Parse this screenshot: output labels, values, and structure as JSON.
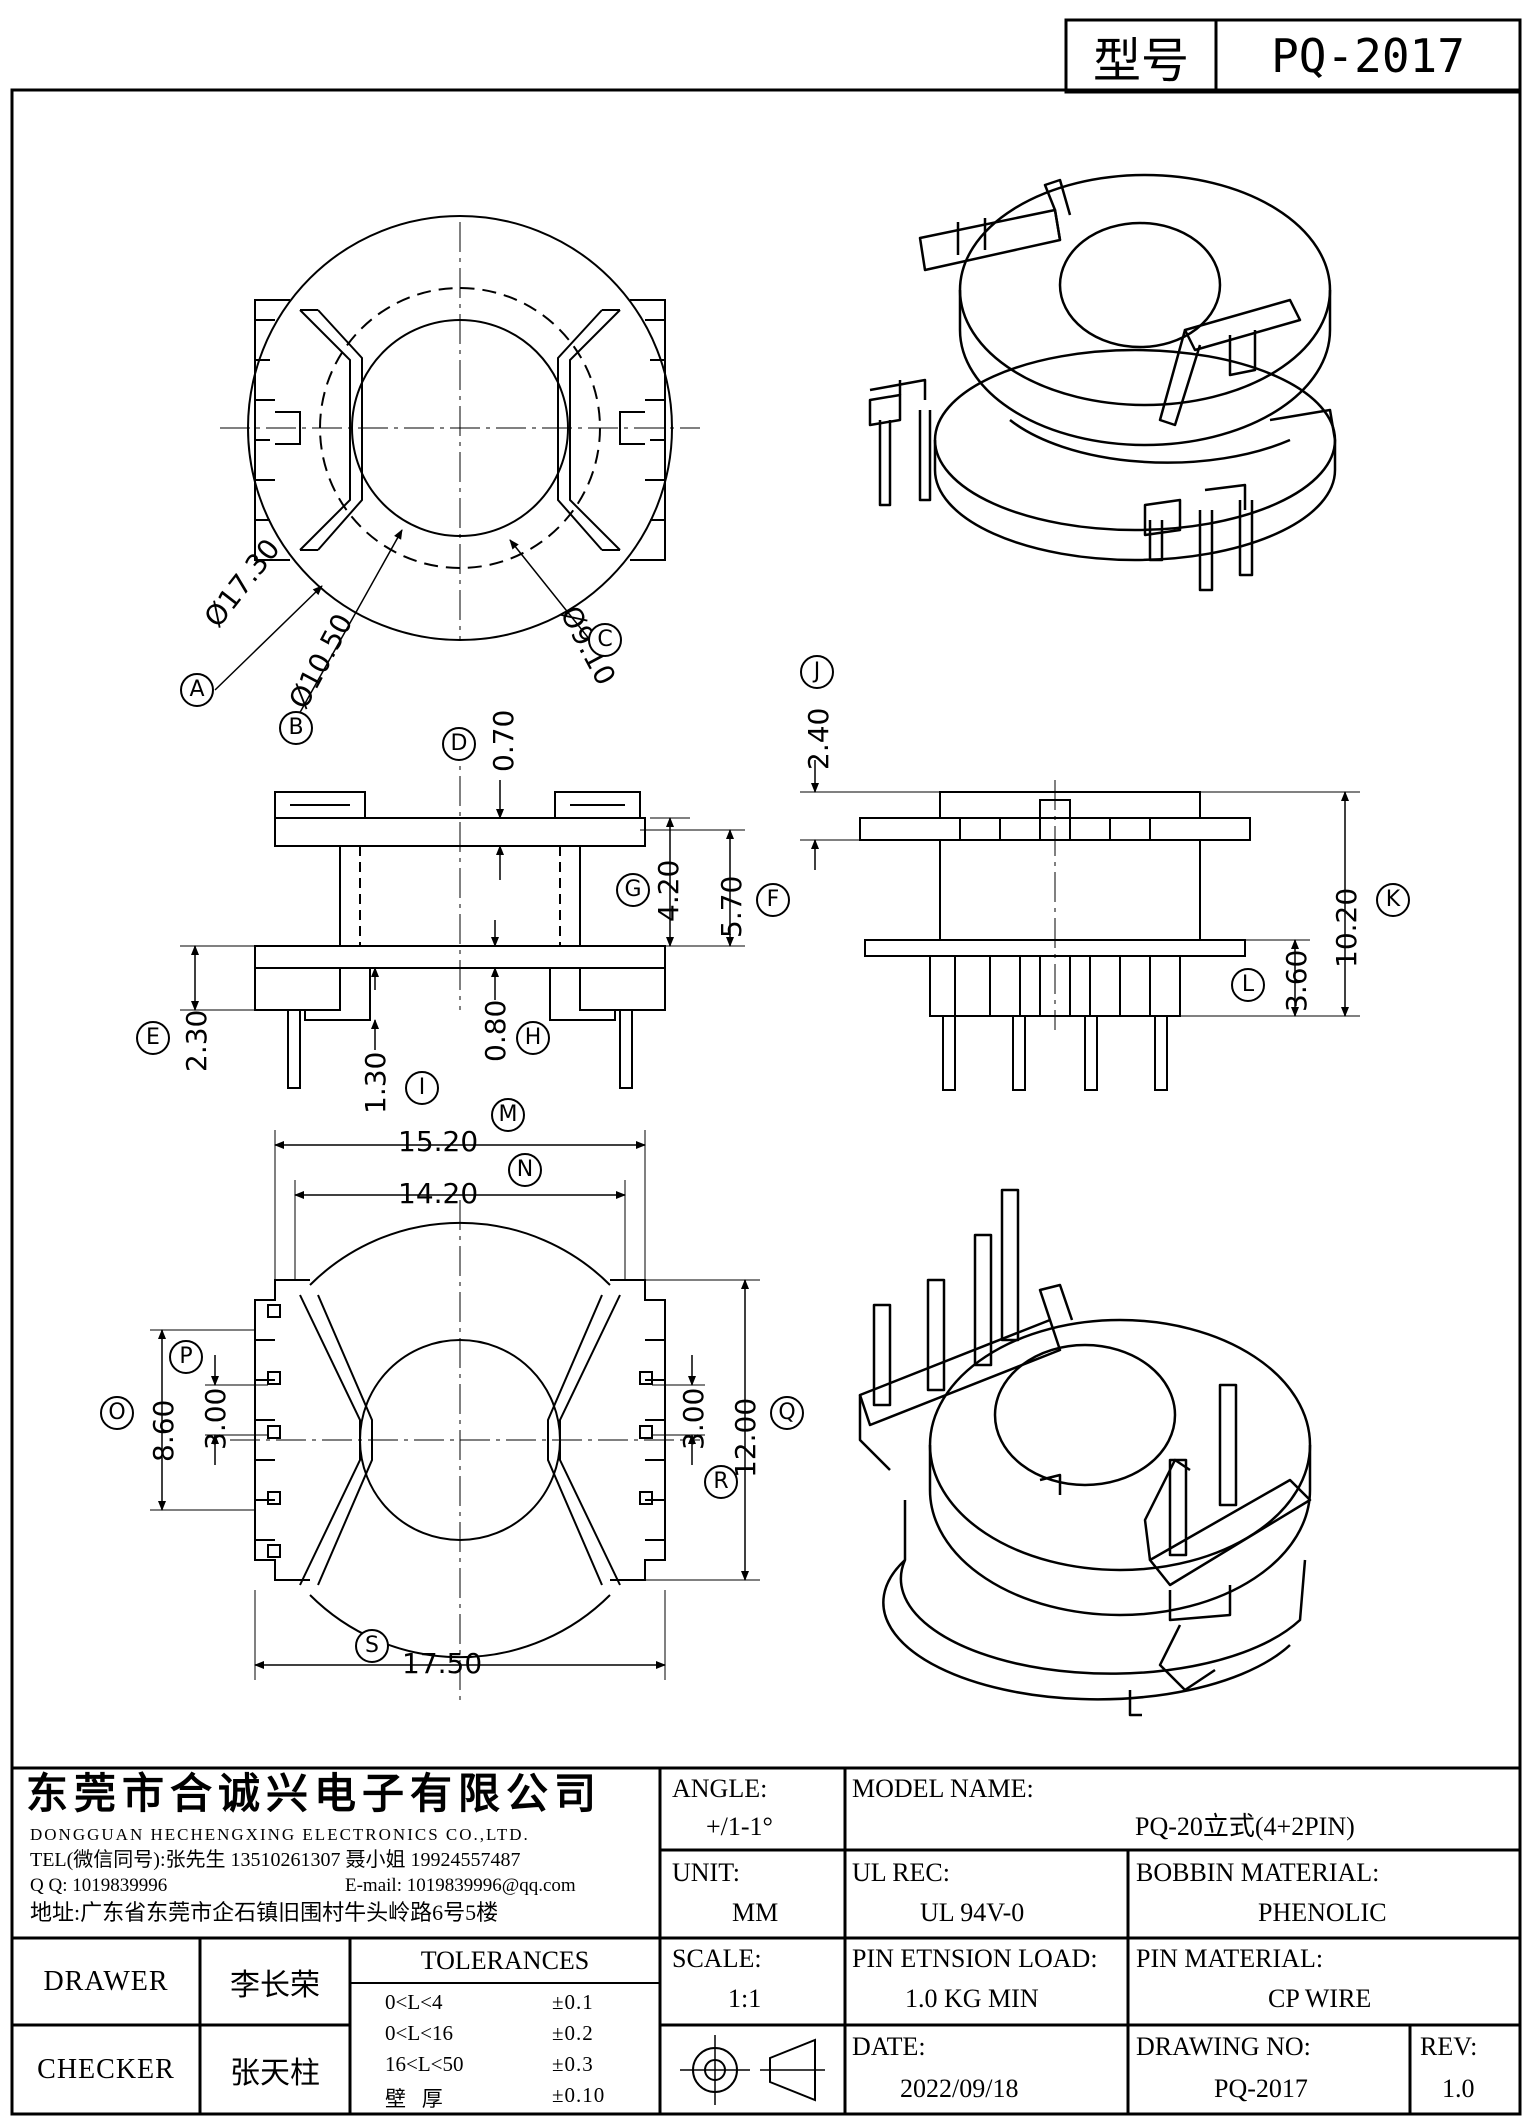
{
  "header": {
    "model_label": "型号",
    "model_value": "PQ-2017"
  },
  "dimensions": {
    "A": "Ø17.30",
    "B": "Ø10.50",
    "C": "Ø9.10",
    "D": "0.70",
    "E": "2.30",
    "F": "5.70",
    "G": "4.20",
    "H": "0.80",
    "I": "1.30",
    "J": "2.40",
    "K": "10.20",
    "L": "3.60",
    "M": "15.20",
    "N": "14.20",
    "O": "8.60",
    "P": "3.00",
    "Q": "12.00",
    "R": "3.00",
    "S": "17.50"
  },
  "callouts": [
    "A",
    "B",
    "C",
    "D",
    "E",
    "F",
    "G",
    "H",
    "I",
    "J",
    "K",
    "L",
    "M",
    "N",
    "O",
    "P",
    "Q",
    "R",
    "S"
  ],
  "company": {
    "name_cn": "东莞市合诚兴电子有限公司",
    "name_en": "DONGGUAN HECHENGXING ELECTRONICS CO.,LTD.",
    "tel": "TEL(微信同号):张先生 13510261307 聂小姐 19924557487",
    "qq": "Q Q: 1019839996",
    "email": "E-mail: 1019839996@qq.com",
    "address": "地址:广东省东莞市企石镇旧围村牛头岭路6号5楼"
  },
  "title_block": {
    "angle_label": "ANGLE:",
    "angle_value": "+/1-1°",
    "model_name_label": "MODEL NAME:",
    "model_name_value": "PQ-20立式(4+2PIN)",
    "unit_label": "UNIT:",
    "unit_value": "MM",
    "ul_label": "UL REC:",
    "ul_value": "UL 94V-0",
    "bobbin_label": "BOBBIN MATERIAL:",
    "bobbin_value": "PHENOLIC",
    "scale_label": "SCALE:",
    "scale_value": "1:1",
    "pin_load_label": "PIN ETNSION LOAD:",
    "pin_load_value": "1.0 KG MIN",
    "pin_mat_label": "PIN MATERIAL:",
    "pin_mat_value": "CP WIRE",
    "date_label": "DATE:",
    "date_value": "2022/09/18",
    "drawing_no_label": "DRAWING NO:",
    "drawing_no_value": "PQ-2017",
    "rev_label": "REV:",
    "rev_value": "1.0",
    "drawer_label": "DRAWER",
    "drawer_value": "李长荣",
    "checker_label": "CHECKER",
    "checker_value": "张天柱",
    "tolerances_label": "TOLERANCES",
    "tolerances": [
      {
        "range": "0<L<4",
        "value": "±0.1"
      },
      {
        "range": "0<L<16",
        "value": "±0.2"
      },
      {
        "range": "16<L<50",
        "value": "±0.3"
      },
      {
        "range": "壁   厚",
        "value": "±0.10"
      }
    ]
  }
}
